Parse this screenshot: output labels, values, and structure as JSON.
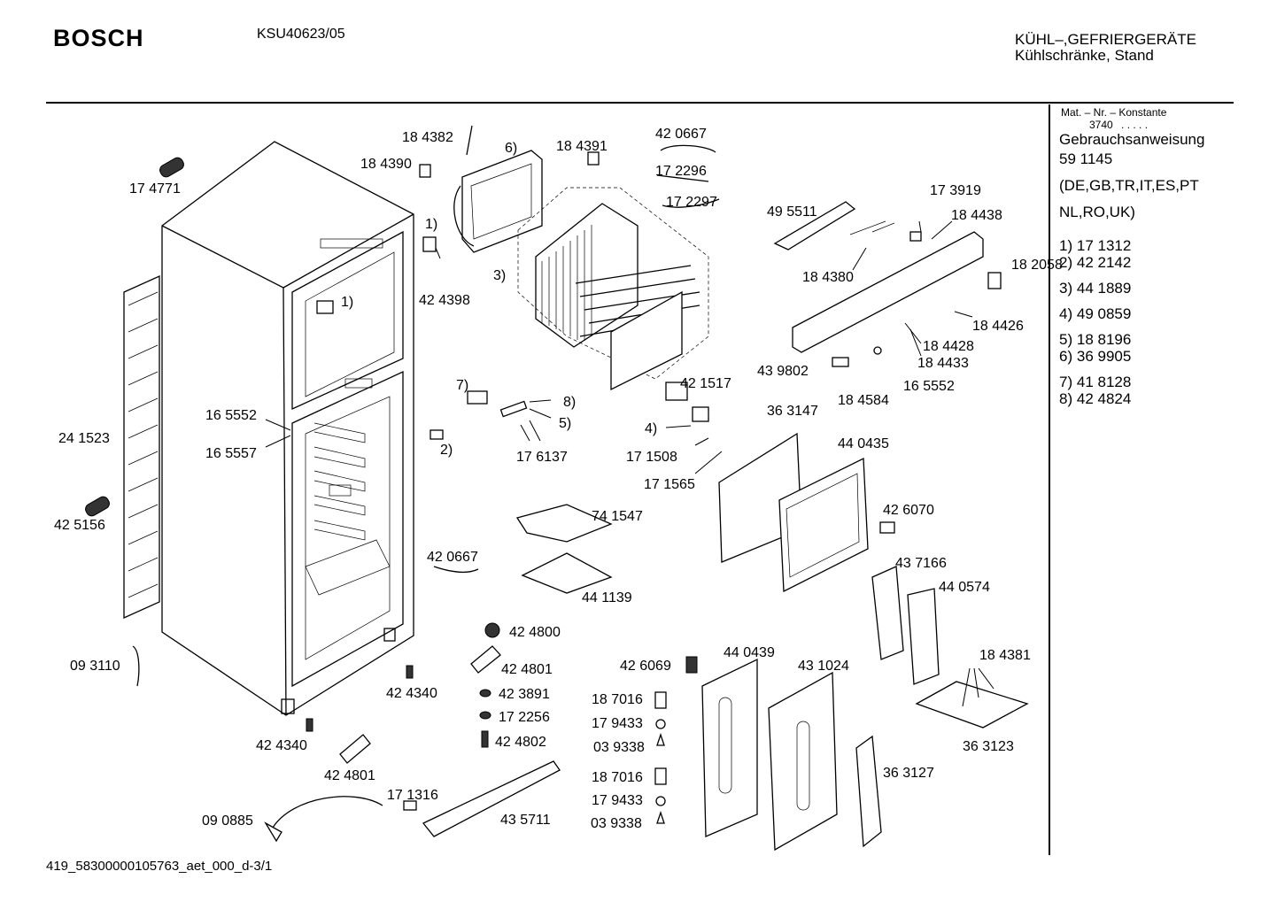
{
  "header": {
    "brand": "BOSCH",
    "model": "KSU40623/05",
    "category_line1": "KÜHL–,GEFRIERGERÄTE",
    "category_line2": "Kühlschränke, Stand"
  },
  "sidebar": {
    "mat_header": "Mat. – Nr. – Konstante",
    "constant": "3740",
    "dots": ". . . . .",
    "manual_title": "Gebrauchsanweisung",
    "manual_number": "59 1145",
    "languages_1": "(DE,GB,TR,IT,ES,PT",
    "languages_2": "NL,RO,UK)",
    "refs": [
      {
        "key": "1)",
        "part": "17 1312"
      },
      {
        "key": "2)",
        "part": "42 2142"
      },
      {
        "key": "3)",
        "part": "44 1889"
      },
      {
        "key": "4)",
        "part": "49 0859"
      },
      {
        "key": "5)",
        "part": "18 8196"
      },
      {
        "key": "6)",
        "part": "36 9905"
      },
      {
        "key": "7)",
        "part": "41 8128"
      },
      {
        "key": "8)",
        "part": "42 4824"
      }
    ]
  },
  "parts": [
    "18 4382",
    "18 4390",
    "6)",
    "18 4391",
    "42 0667",
    "17 2296",
    "17 2297",
    "17 4771",
    "1)",
    "42 4398",
    "3)",
    "1)",
    "49 5511",
    "17 3919",
    "18 4438",
    "18 4380",
    "18 2058",
    "18 4426",
    "18 4428",
    "18 4433",
    "43 9802",
    "16 5552",
    "18 4584",
    "42 1517",
    "7)",
    "8)",
    "5)",
    "16 5552",
    "16 5557",
    "2)",
    "24 1523",
    "17 6137",
    "4)",
    "17 1508",
    "17 1565",
    "36 3147",
    "44 0435",
    "42 5156",
    "74 1547",
    "42 6070",
    "42 0667",
    "44 1139",
    "43 7166",
    "44 0574",
    "42 4800",
    "42 4801",
    "09 3110",
    "42 4340",
    "42 3891",
    "17 2256",
    "42 4802",
    "42 6069",
    "44 0439",
    "43 1024",
    "18 4381",
    "18 7016",
    "17 9433",
    "03 9338",
    "36 3123",
    "42 4340",
    "42 4801",
    "18 7016",
    "17 9433",
    "36 3127",
    "17 1316",
    "09 0885",
    "43 5711",
    "03 9338"
  ],
  "footer": {
    "doc_id": "419_58300000105763_aet_000_d-3/1"
  }
}
